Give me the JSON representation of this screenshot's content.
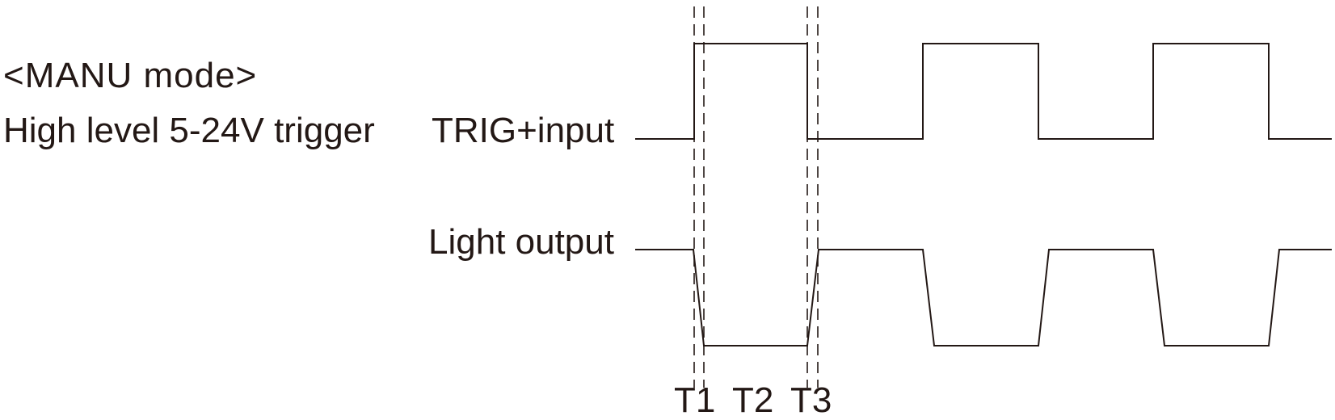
{
  "labels": {
    "mode": "<MANU mode>",
    "trigger_desc": "High level 5-24V trigger",
    "trig_input": "TRIG+input",
    "light_output": "Light output"
  },
  "timing_labels": [
    "T1",
    "T2",
    "T3"
  ],
  "colors": {
    "ink": "#231815",
    "background": "#ffffff"
  }
}
